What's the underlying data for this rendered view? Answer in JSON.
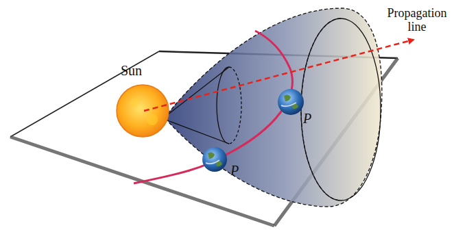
{
  "diagram": {
    "labels": [
      "Sun",
      "Propagation line",
      "P",
      "P"
    ]
  }
}
